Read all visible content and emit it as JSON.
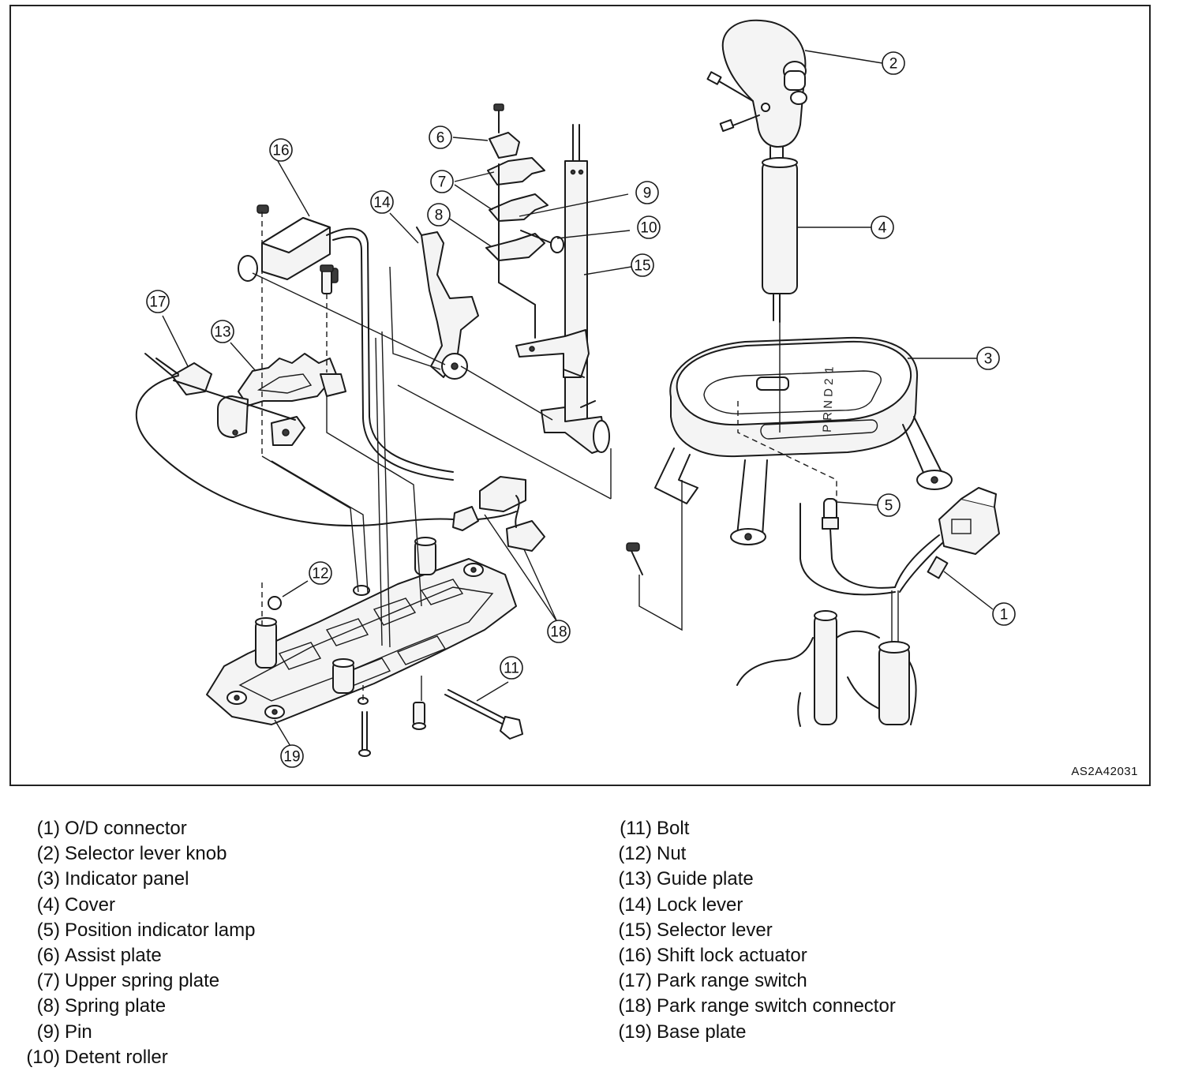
{
  "figure": {
    "id": "AS2A42031",
    "gear_positions": [
      "P",
      "R",
      "N",
      "D",
      "2",
      "1"
    ]
  },
  "legend": [
    {
      "num": "(1)",
      "label": "O/D connector"
    },
    {
      "num": "(2)",
      "label": "Selector lever knob"
    },
    {
      "num": "(3)",
      "label": "Indicator panel"
    },
    {
      "num": "(4)",
      "label": "Cover"
    },
    {
      "num": "(5)",
      "label": "Position indicator lamp"
    },
    {
      "num": "(6)",
      "label": "Assist plate"
    },
    {
      "num": "(7)",
      "label": "Upper spring plate"
    },
    {
      "num": "(8)",
      "label": "Spring plate"
    },
    {
      "num": "(9)",
      "label": "Pin"
    },
    {
      "num": "(10)",
      "label": "Detent roller"
    },
    {
      "num": "(11)",
      "label": "Bolt"
    },
    {
      "num": "(12)",
      "label": "Nut"
    },
    {
      "num": "(13)",
      "label": "Guide plate"
    },
    {
      "num": "(14)",
      "label": "Lock lever"
    },
    {
      "num": "(15)",
      "label": "Selector lever"
    },
    {
      "num": "(16)",
      "label": "Shift lock actuator"
    },
    {
      "num": "(17)",
      "label": "Park range switch"
    },
    {
      "num": "(18)",
      "label": "Park range switch connector"
    },
    {
      "num": "(19)",
      "label": "Base plate"
    }
  ],
  "callouts": [
    "1",
    "2",
    "3",
    "4",
    "5",
    "6",
    "7",
    "8",
    "9",
    "10",
    "11",
    "12",
    "13",
    "14",
    "15",
    "16",
    "17",
    "18",
    "19"
  ]
}
